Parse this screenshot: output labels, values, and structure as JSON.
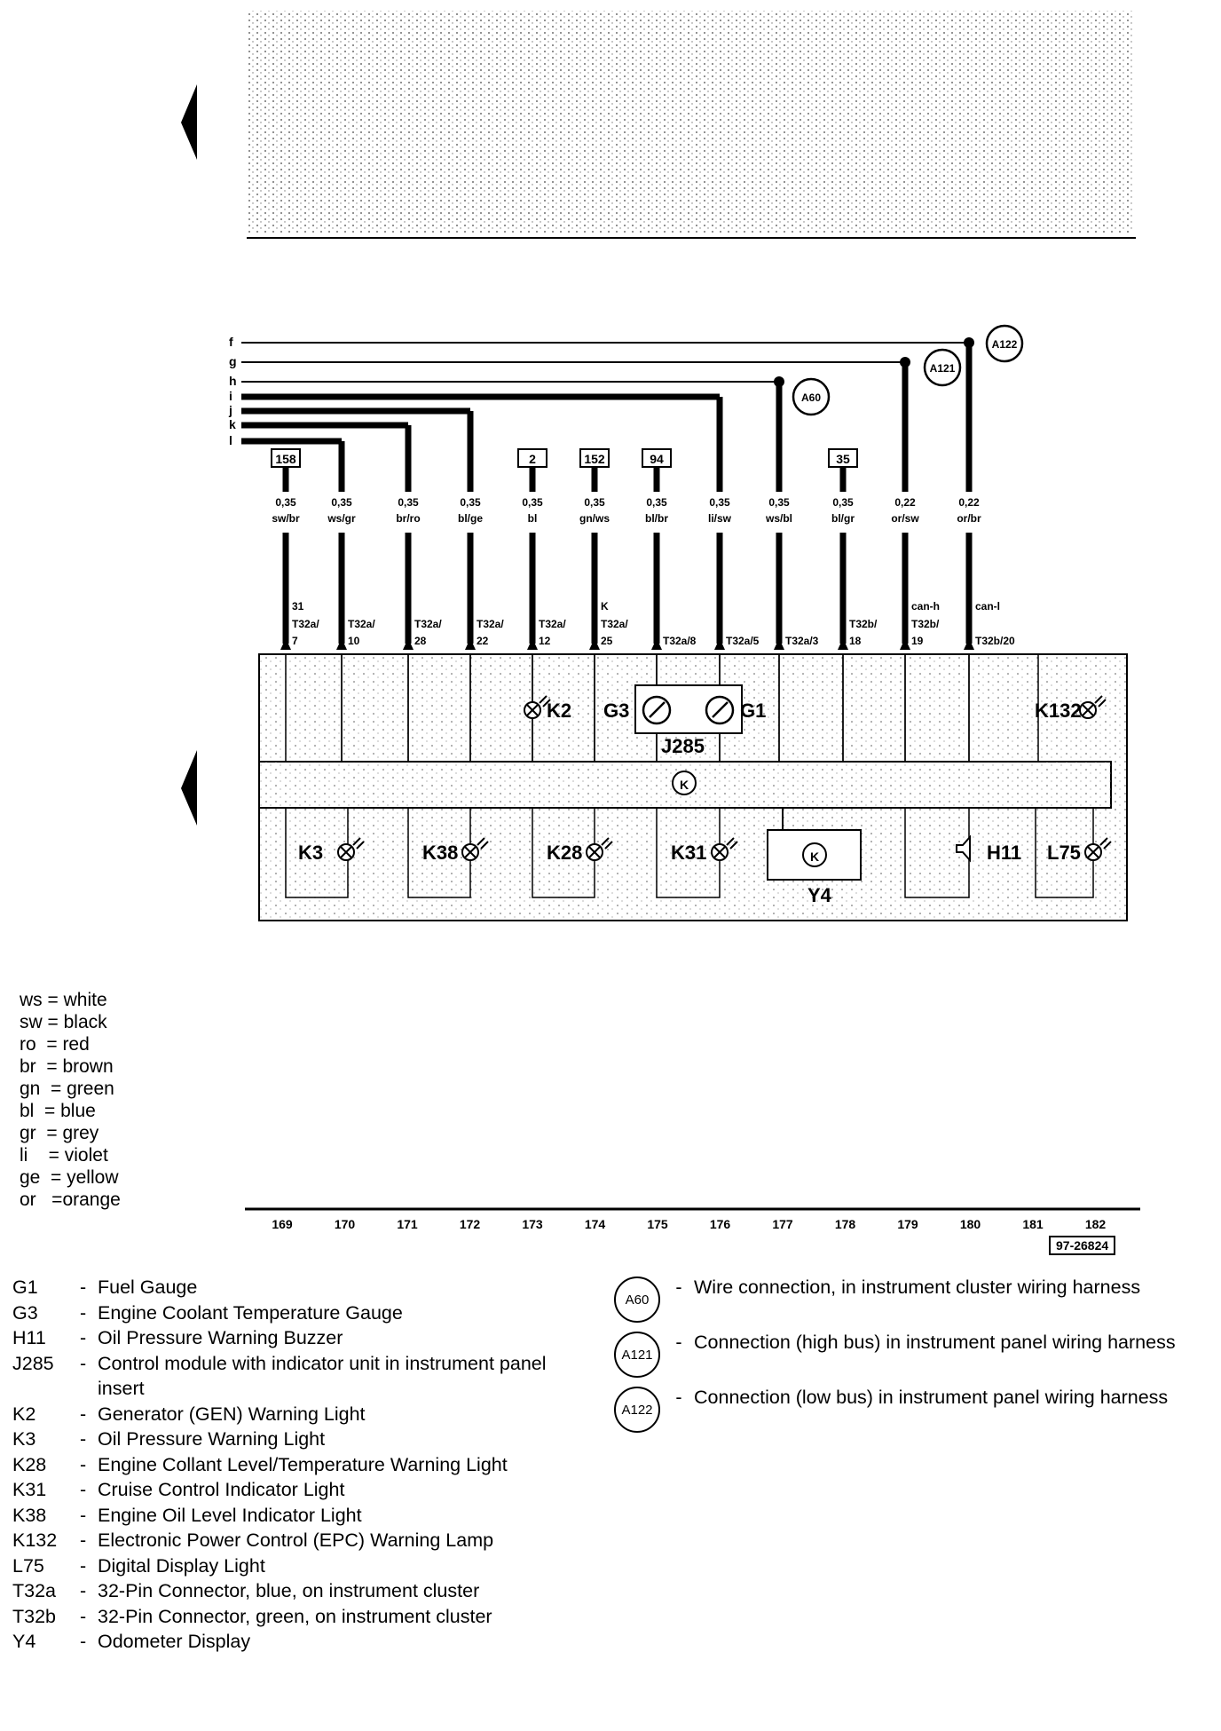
{
  "wire_rails": [
    "f",
    "g",
    "h",
    "i",
    "j",
    "k",
    "l"
  ],
  "ref_boxes": [
    "158",
    "2",
    "152",
    "94",
    "35"
  ],
  "wires": [
    {
      "size": "0,35",
      "color": "sw/br"
    },
    {
      "size": "0,35",
      "color": "ws/gr"
    },
    {
      "size": "0,35",
      "color": "br/ro"
    },
    {
      "size": "0,35",
      "color": "bl/ge"
    },
    {
      "size": "0,35",
      "color": "bl"
    },
    {
      "size": "0,35",
      "color": "gn/ws"
    },
    {
      "size": "0,35",
      "color": "bl/br"
    },
    {
      "size": "0,35",
      "color": "li/sw"
    },
    {
      "size": "0,35",
      "color": "ws/bl"
    },
    {
      "size": "0,35",
      "color": "bl/gr"
    },
    {
      "size": "0,22",
      "color": "or/sw"
    },
    {
      "size": "0,22",
      "color": "or/br"
    }
  ],
  "pins": [
    {
      "top": "31",
      "mid": "T32a/",
      "bot": "7"
    },
    {
      "top": "",
      "mid": "T32a/",
      "bot": "10"
    },
    {
      "top": "",
      "mid": "T32a/",
      "bot": "28"
    },
    {
      "top": "",
      "mid": "T32a/",
      "bot": "22"
    },
    {
      "top": "",
      "mid": "T32a/",
      "bot": "12"
    },
    {
      "top": "K",
      "mid": "T32a/",
      "bot": "25"
    },
    {
      "top": "",
      "mid": "",
      "bot": "T32a/8"
    },
    {
      "top": "",
      "mid": "",
      "bot": "T32a/5"
    },
    {
      "top": "",
      "mid": "",
      "bot": "T32a/3"
    },
    {
      "top": "",
      "mid": "T32b/",
      "bot": "18"
    },
    {
      "top": "can-h",
      "mid": "T32b/",
      "bot": "19"
    },
    {
      "top": "can-l",
      "mid": "",
      "bot": "T32b/20"
    }
  ],
  "connections": [
    "A60",
    "A121",
    "A122"
  ],
  "components_top": [
    "K2",
    "G3",
    "G1",
    "J285",
    "K132"
  ],
  "components_bottom": [
    "K3",
    "K38",
    "K28",
    "K31",
    "Y4",
    "H11",
    "L75"
  ],
  "center_symbol": "K",
  "tracks": [
    "169",
    "170",
    "171",
    "172",
    "173",
    "174",
    "175",
    "176",
    "177",
    "178",
    "179",
    "180",
    "181",
    "182"
  ],
  "ref_code": "97-26824",
  "color_legend": [
    "ws = white",
    "sw = black",
    "ro  = red",
    "br  = brown",
    "gn  = green",
    "bl  = blue",
    "gr  = grey",
    "li    = violet",
    "ge  = yellow",
    "or   =orange"
  ],
  "component_legend": [
    {
      "code": "G1",
      "desc": "Fuel Gauge"
    },
    {
      "code": "G3",
      "desc": "Engine Coolant Temperature Gauge"
    },
    {
      "code": "H11",
      "desc": "Oil Pressure Warning Buzzer"
    },
    {
      "code": "J285",
      "desc": "Control module with indicator unit in instrument panel insert"
    },
    {
      "code": "K2",
      "desc": "Generator (GEN) Warning Light"
    },
    {
      "code": "K3",
      "desc": "Oil Pressure Warning Light"
    },
    {
      "code": "K28",
      "desc": "Engine Collant Level/Temperature Warning Light"
    },
    {
      "code": "K31",
      "desc": "Cruise Control Indicator Light"
    },
    {
      "code": "K38",
      "desc": "Engine Oil Level Indicator Light"
    },
    {
      "code": "K132",
      "desc": "Electronic Power Control (EPC) Warning Lamp"
    },
    {
      "code": "L75",
      "desc": "Digital Display Light"
    },
    {
      "code": "T32a",
      "desc": "32-Pin Connector, blue, on instrument cluster"
    },
    {
      "code": "T32b",
      "desc": "32-Pin Connector, green, on instrument cluster"
    },
    {
      "code": "Y4",
      "desc": "Odometer Display"
    }
  ],
  "connection_legend": [
    {
      "code": "A60",
      "desc": "Wire connection, in instrument cluster wiring harness"
    },
    {
      "code": "A121",
      "desc": "Connection (high bus) in instrument panel wiring harness"
    },
    {
      "code": "A122",
      "desc": "Connection (low bus) in instrument panel wiring harness"
    }
  ]
}
